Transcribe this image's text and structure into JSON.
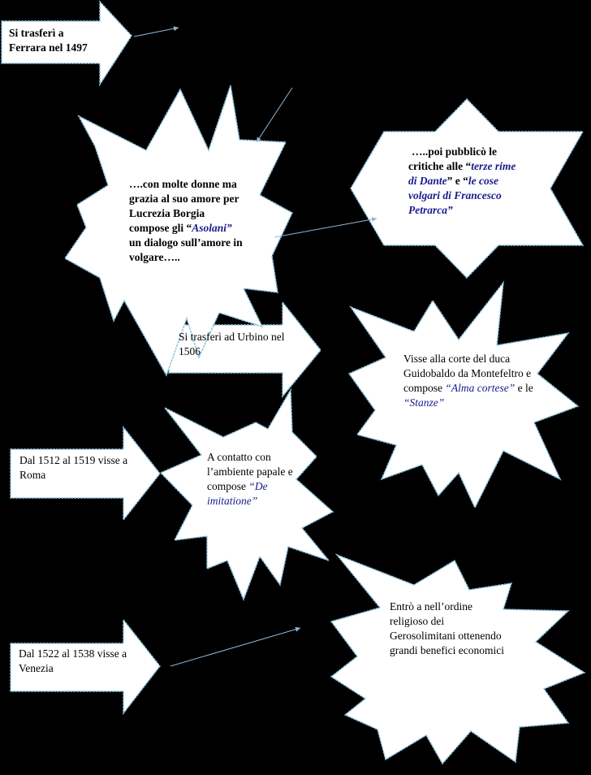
{
  "colors": {
    "background": "#000000",
    "shape_fill": "#ffffff",
    "shape_stroke": "#8fc4e0",
    "arrow_line": "#8fb8d8",
    "title_text": "#1a1a8c"
  },
  "nodes": {
    "ferrara": {
      "text": "Si trasferì a Ferrara  nel 1497"
    },
    "asolani": {
      "t1": "….con  molte donne ma grazia al suo amore per Lucrezia Borgia  compose  gli ",
      "q1": "“",
      "title": "Asolani”",
      "t2": " un dialogo sull’amore in volgare….."
    },
    "critiche": {
      "t1": "…..poi pubblicò le critiche alle “",
      "title1": "terze rime di Dante",
      "t2": "” e “",
      "title2": "le cose volgari di Francesco Petrarca”"
    },
    "urbino": {
      "text": "Si trasferì ad Urbino nel 1506"
    },
    "guidobaldo": {
      "t1": "Visse  alla corte del duca  Guidobaldo da Montefeltro e compose ",
      "title1": "“Alma cortese”",
      "t2": "  e  le ",
      "title2": "“Stanze”"
    },
    "roma": {
      "text": "Dal 1512 al 1519 visse  a  Roma"
    },
    "imitatione": {
      "t1": "A contatto con l’ambiente papale e compose ",
      "title": "“De imitatione”"
    },
    "venezia": {
      "text": "Dal 1522 al 1538 visse a Venezia"
    },
    "gerosolimitani": {
      "text": "Entrò a  nell’ordine religioso dei Gerosolimitani ottenendo grandi benefici economici"
    }
  }
}
